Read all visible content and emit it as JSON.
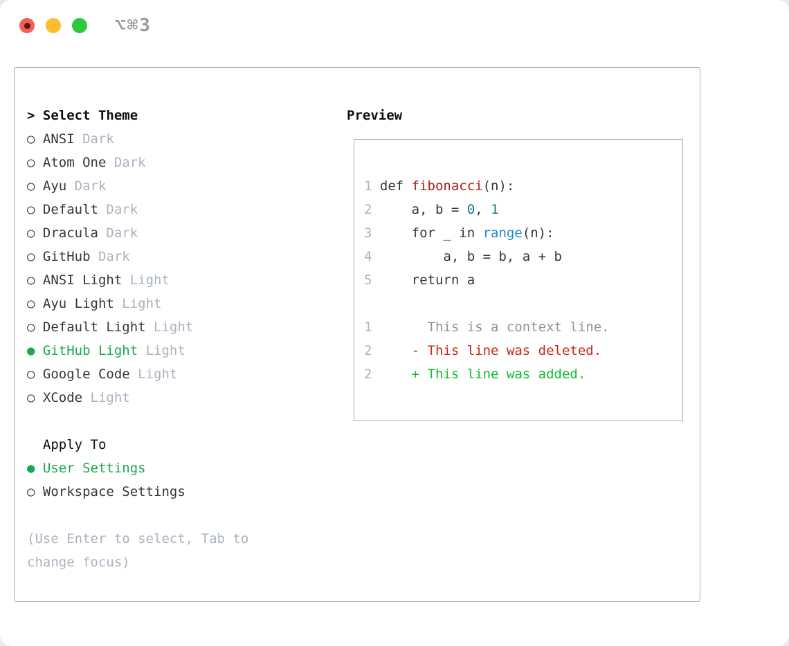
{
  "window": {
    "title": "⌥⌘3",
    "traffic_lights": [
      "close",
      "minimize",
      "zoom"
    ]
  },
  "icons": {
    "radio_on": "●",
    "radio_off": "○",
    "pointer": ">"
  },
  "theme_panel": {
    "header": "Select Theme",
    "themes": [
      {
        "name": "ANSI",
        "variant": "Dark",
        "selected": false
      },
      {
        "name": "Atom One",
        "variant": "Dark",
        "selected": false
      },
      {
        "name": "Ayu",
        "variant": "Dark",
        "selected": false
      },
      {
        "name": "Default",
        "variant": "Dark",
        "selected": false
      },
      {
        "name": "Dracula",
        "variant": "Dark",
        "selected": false
      },
      {
        "name": "GitHub",
        "variant": "Dark",
        "selected": false
      },
      {
        "name": "ANSI Light",
        "variant": "Light",
        "selected": false
      },
      {
        "name": "Ayu Light",
        "variant": "Light",
        "selected": false
      },
      {
        "name": "Default Light",
        "variant": "Light",
        "selected": false
      },
      {
        "name": "GitHub Light",
        "variant": "Light",
        "selected": true
      },
      {
        "name": "Google Code",
        "variant": "Light",
        "selected": false
      },
      {
        "name": "XCode",
        "variant": "Light",
        "selected": false
      }
    ],
    "apply_to": {
      "header": "Apply To",
      "options": [
        {
          "name": "User Settings",
          "selected": true
        },
        {
          "name": "Workspace Settings",
          "selected": false
        }
      ]
    },
    "hint": "(Use Enter to select, Tab to change focus)"
  },
  "preview": {
    "header": "Preview",
    "code_lines": [
      {
        "num": "1",
        "tokens": [
          {
            "t": "def ",
            "c": "fg"
          },
          {
            "t": "fibonacci",
            "c": "func"
          },
          {
            "t": "(n):",
            "c": "fg"
          }
        ]
      },
      {
        "num": "2",
        "tokens": [
          {
            "t": "    a, b = ",
            "c": "fg"
          },
          {
            "t": "0",
            "c": "num"
          },
          {
            "t": ", ",
            "c": "fg"
          },
          {
            "t": "1",
            "c": "num"
          }
        ]
      },
      {
        "num": "3",
        "tokens": [
          {
            "t": "    for _ in ",
            "c": "fg"
          },
          {
            "t": "range",
            "c": "builtin"
          },
          {
            "t": "(n):",
            "c": "fg"
          }
        ]
      },
      {
        "num": "4",
        "tokens": [
          {
            "t": "        a, b = b, a + b",
            "c": "fg"
          }
        ]
      },
      {
        "num": "5",
        "tokens": [
          {
            "t": "    return a",
            "c": "fg"
          }
        ]
      },
      {
        "num": "",
        "tokens": []
      },
      {
        "num": "1",
        "tokens": [
          {
            "t": "      This is a context line.",
            "c": "ctx"
          }
        ]
      },
      {
        "num": "2",
        "tokens": [
          {
            "t": "    - This line was deleted.",
            "c": "del"
          }
        ]
      },
      {
        "num": "2",
        "tokens": [
          {
            "t": "    + This line was added.",
            "c": "add"
          }
        ]
      }
    ]
  },
  "colors": {
    "accent_green": "#18a94b",
    "diff_added": "#0ebc30",
    "diff_deleted": "#cb2619",
    "func_red": "#a82019",
    "number_teal": "#0e7d85",
    "builtin_blue": "#1f8ccc",
    "context_gray": "#8d949d",
    "muted_gray": "#a9b2bf",
    "line_number_gray": "#a9b2bf",
    "foreground": "#32373d",
    "panel_border": "#a6adb8",
    "title_gray": "#9b9b9b",
    "traffic_red": "#f35e55",
    "traffic_red_dot": "#5f1311",
    "traffic_yellow": "#fdbd2e",
    "traffic_green": "#2bc840"
  }
}
